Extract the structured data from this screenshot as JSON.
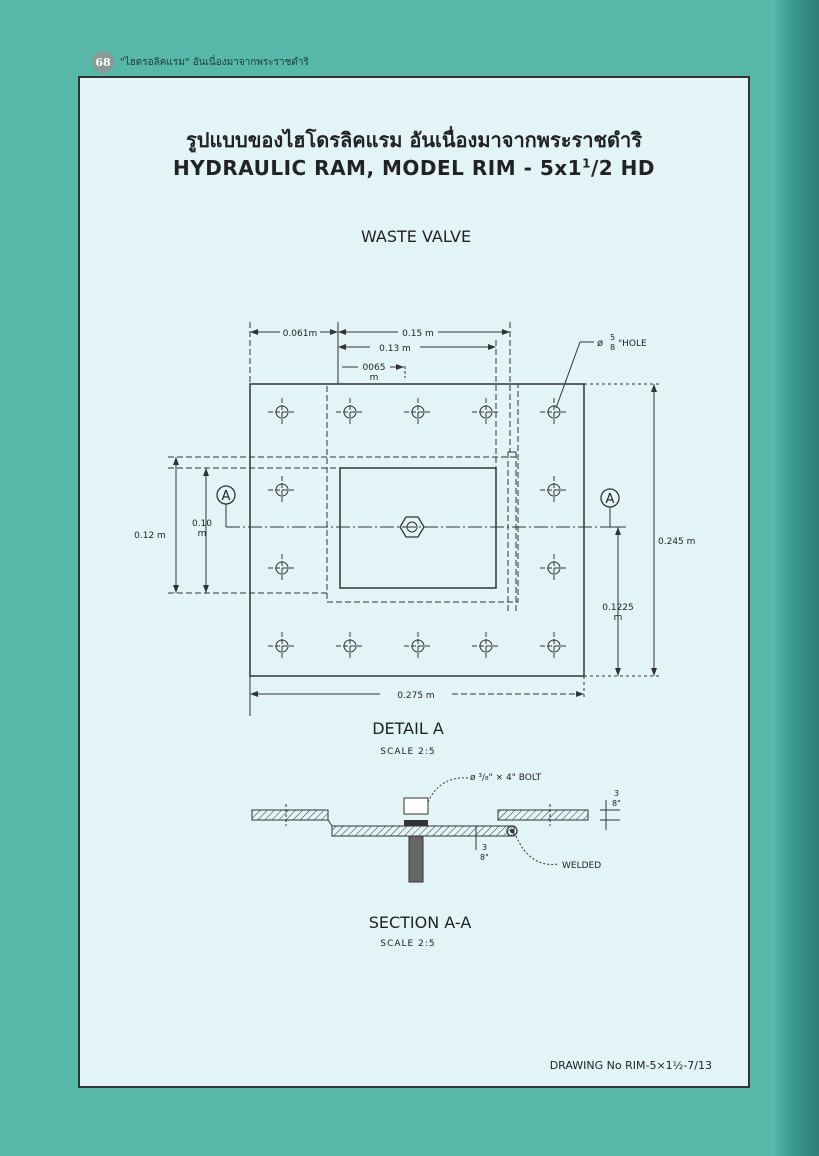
{
  "header": {
    "page_number": "68",
    "running_title": "\"ไฮดรอลิคแรม\" อันเนื่องมาจากพระราชดำริ"
  },
  "title": {
    "thai": "รูปแบบของไฮโดรลิคแรม อันเนื่องมาจากพระราชดำริ",
    "english_prefix": "HYDRAULIC RAM, MODEL RIM - 5x1",
    "english_sup": "1",
    "english_suffix": "/2 HD"
  },
  "drawing": {
    "heading": "WASTE  VALVE",
    "dims": {
      "d061": "0.061m",
      "d015": "0.15 m",
      "d013": "0.13 m",
      "d0065_a": "0065",
      "d0065_b": "m",
      "hole_a": "ø",
      "hole_num": "5",
      "hole_den": "8",
      "hole_b": "\"HOLE",
      "d012": "0.12 m",
      "d010_a": "0.10",
      "d010_b": "m",
      "d0245": "0.245 m",
      "d01225_a": "0.1225",
      "d01225_b": "m",
      "d0275": "0.275 m",
      "marker_left": "A",
      "marker_right": "A"
    },
    "detail_title": "DETAIL  A",
    "detail_scale": "SCALE 2:5",
    "section": {
      "bolt_label": "ø ³/₈\" × 4\" BOLT",
      "thk_top_num": "3",
      "thk_top_den": "8\"",
      "thk_bot_num": "3",
      "thk_bot_den": "8\"",
      "welded": "WELDED"
    },
    "section_title": "SECTION  A-A",
    "section_scale": "SCALE 2:5",
    "drawing_number": "DRAWING  No RIM-5×1½-7/13"
  }
}
